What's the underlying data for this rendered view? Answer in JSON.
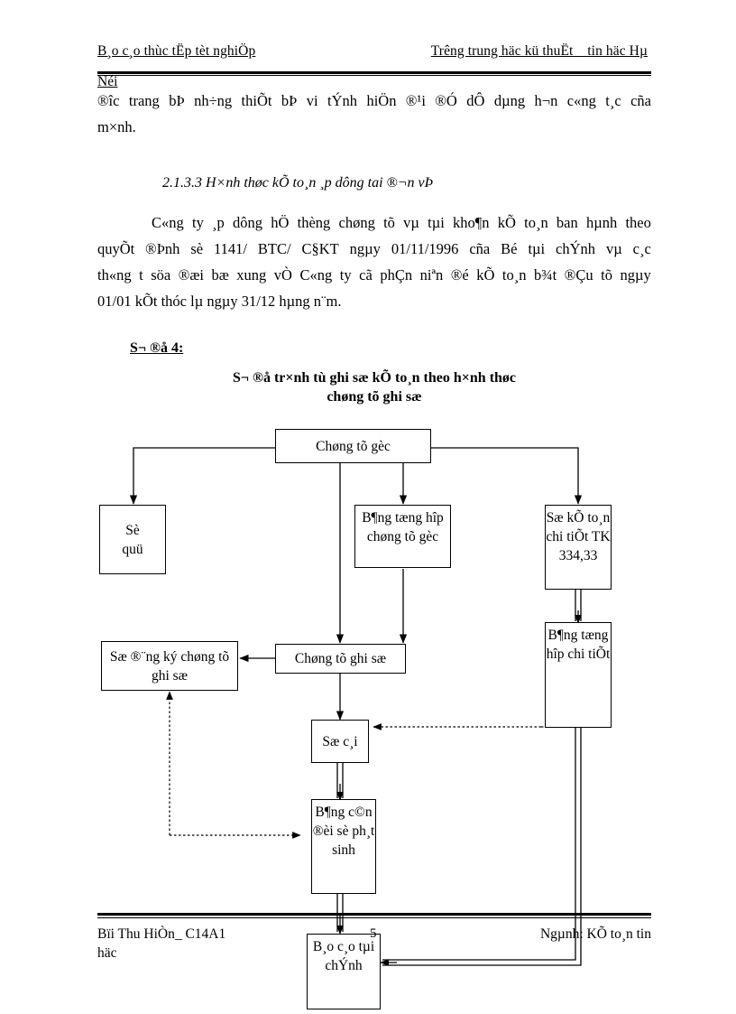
{
  "header": {
    "left": "B¸o c¸o thùc tËp tèt nghiÖp",
    "right": "Trêng  trung häc kü thuËt _ tin häc Hµ",
    "second_line": "Néi"
  },
  "paragraph1": {
    "line1_a": "®îc",
    "line1_b": "trang",
    "line1_c": "bÞ",
    "line1_d": "nh÷ng",
    "line1_e": "thiÕt",
    "line1_f": "bÞ",
    "line1_g": "vi",
    "line1_h": "tÝnh",
    "line1_i": "hiÖn",
    "line1_j": "®¹i",
    "line1_k": "®Ó",
    "line1_l": "dÔ",
    "line1_m": "dµng",
    "line1_n": "h¬n",
    "line1_o": "c«ng",
    "line1_p": "t¸c",
    "line1_q": "cña",
    "line2": "m×nh."
  },
  "section_heading": "2.1.3.3 H×nh thøc kÕ to¸n ¸p dông tai ®¬n vÞ",
  "paragraph2": {
    "l1": [
      "C«ng",
      "ty",
      "¸p",
      "dông",
      "hÖ",
      "thèng",
      "chøng",
      "tõ",
      "vµ",
      "tµi",
      "kho¶n",
      "kÕ",
      "to¸n",
      "ban",
      "hµnh",
      "theo"
    ],
    "l2": [
      "quyÕt",
      "®Þnh",
      "sè",
      "1141/",
      "BTC/",
      "C§KT",
      "ngµy",
      "01/11/1996",
      "cña",
      "Bé",
      "tµi",
      "chÝnh",
      "vµ",
      "c¸c"
    ],
    "l3": [
      "th«ng",
      "t",
      "söa",
      "®æi",
      "bæ",
      "xung",
      "vÒ",
      "C«ng",
      "ty",
      "cã",
      "phÇn",
      "niªn",
      "®é",
      "kÕ",
      "to¸n",
      "b¾t",
      "®Çu",
      "tõ",
      "ngµy"
    ],
    "l4": "01/01  kÕt thóc lµ ngµy 31/12 hµng n¨m."
  },
  "diagram": {
    "label": "S¬ ®å 4:",
    "title_line1": "S¬ ®å tr×nh tù  ghi sæ kÕ to¸n theo h×nh thøc",
    "title_line2": "chøng tõ ghi sæ",
    "boxes": {
      "chung_tu_goc": "Chøng tõ gèc",
      "so_quy": "Sè\nquü",
      "bang_tong_hop_chung_tu_goc": "B¶ng tæng hîp chøng tõ gèc",
      "so_ke_toan_chi_tiet": "Sæ kÕ to¸n chi tiÕt TK 334,33",
      "so_dang_ky": "Sæ ®¨ng ký chøng tõ ghi sæ",
      "chung_tu_ghi_so": "Chøng tõ ghi  sæ",
      "bang_tong_hop_chi_tiet": "B¶ng tæng hîp chi tiÕt",
      "so_cai": "Sæ c¸i",
      "bang_can_doi": "B¶ng c©n ®èi sè ph¸t sinh",
      "bao_cao_tai_chinh": "B¸o c¸o tµi chÝnh"
    }
  },
  "footer": {
    "left": "Bïi Thu HiÒn_ C14A1\nhäc",
    "page": "5",
    "right": "Ngµnh: KÕ to¸n tin"
  }
}
